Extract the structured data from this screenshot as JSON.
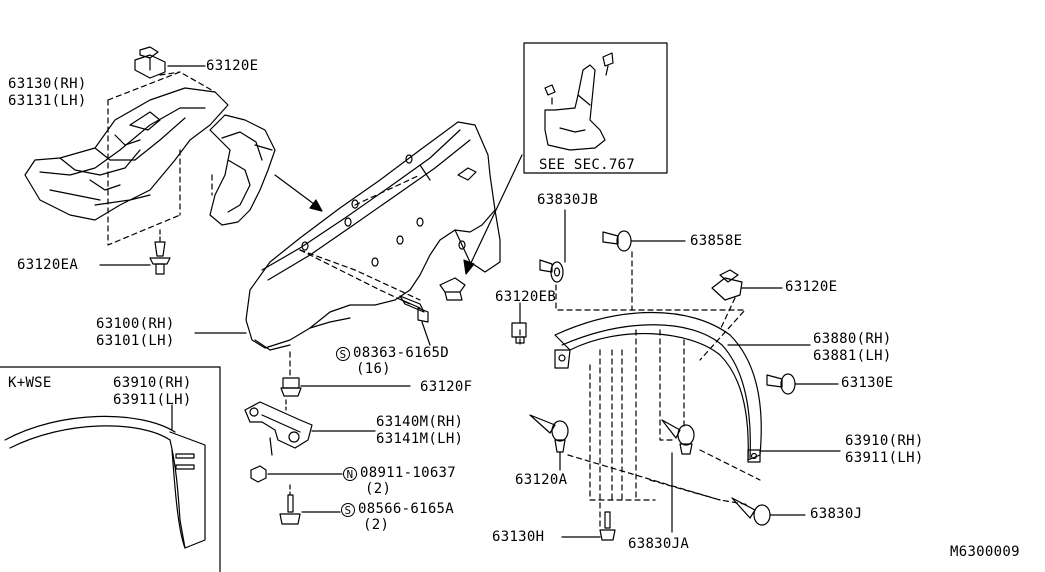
{
  "diagram": {
    "code": "M6300009",
    "inset_variant": "K+WSE",
    "see_section": "SEE SEC.767",
    "parts": {
      "p63120E_top": "63120E",
      "p63130": "63130(RH)",
      "p63131": "63131(LH)",
      "p63120EA": "63120EA",
      "p63100": "63100(RH)",
      "p63101": "63101(LH)",
      "s08363": "08363-6165D",
      "s08363_qty": "(16)",
      "p63120F": "63120F",
      "p63140M": "63140M(RH)",
      "p63141M": "63141M(LH)",
      "n08911": "08911-10637",
      "n08911_qty": "(2)",
      "s08566": "08566-6165A",
      "s08566_qty": "(2)",
      "p63910_inset": "63910(RH)",
      "p63911_inset": "63911(LH)",
      "p63830JB": "63830JB",
      "p63858E": "63858E",
      "p63120EB": "63120EB",
      "p63120E_right": "63120E",
      "p63880": "63880(RH)",
      "p63881": "63881(LH)",
      "p63130E": "63130E",
      "p63910": "63910(RH)",
      "p63911": "63911(LH)",
      "p63120A": "63120A",
      "p63830J": "63830J",
      "p63130H": "63130H",
      "p63830JA": "63830JA"
    },
    "symbols": {
      "s": "S",
      "n": "N"
    }
  }
}
